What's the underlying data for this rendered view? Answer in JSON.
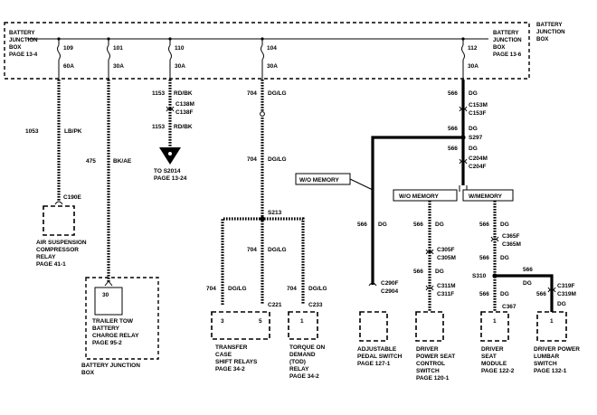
{
  "bjb_left": {
    "line1": "BATTERY",
    "line2": "JUNCTION",
    "line3": "BOX",
    "line4": "PAGE 13-4"
  },
  "bjb_right": {
    "line1": "BATTERY",
    "line2": "JUNCTION",
    "line3": "BOX",
    "line4": "PAGE 13-6"
  },
  "bjb_right_edge": {
    "line1": "BATTERY",
    "line2": "JUNCTION",
    "line3": "BOX"
  },
  "fuses": [
    {
      "num": "109",
      "amp": "60A"
    },
    {
      "num": "101",
      "amp": "30A"
    },
    {
      "num": "110",
      "amp": "30A"
    },
    {
      "num": "104",
      "amp": "30A"
    },
    {
      "num": "112",
      "amp": "30A"
    }
  ],
  "wires": {
    "w1": {
      "circuit": "1053",
      "color": "LB/PK"
    },
    "w2": {
      "circuit": "475",
      "color": "BK/AE"
    },
    "w3a": {
      "circuit": "1153",
      "color": "RD/BK"
    },
    "w3b": {
      "circuit": "1153",
      "color": "RD/BK"
    },
    "w4a": {
      "circuit": "704",
      "color": "DG/LG"
    },
    "w4b": {
      "circuit": "704",
      "color": "DG/LG"
    },
    "w4c": {
      "circuit": "704",
      "color": "DG/LG"
    },
    "w4d": {
      "circuit": "704",
      "color": "DG/LG"
    },
    "w4e": {
      "circuit": "704",
      "color": "DG/LG"
    },
    "w5a": {
      "circuit": "566",
      "color": "DG"
    },
    "w5b": {
      "circuit": "566",
      "color": "DG"
    },
    "w5c": {
      "circuit": "566",
      "color": "DG"
    },
    "w6": {
      "circuit": "566",
      "color": "DG"
    },
    "w7a": {
      "circuit": "566",
      "color": "DG"
    },
    "w7b": {
      "circuit": "566",
      "color": "DG"
    },
    "w8a": {
      "circuit": "566",
      "color": "DG"
    },
    "w8b": {
      "circuit": "566",
      "color": "DG"
    },
    "w8c": {
      "circuit": "566",
      "color": "DG"
    },
    "w9a": {
      "circuit": "566",
      "color": "DG"
    },
    "w9b": {
      "circuit": "566",
      "color": "DG"
    }
  },
  "connectors": {
    "c138m": "C138M",
    "c138f": "C138F",
    "c153m": "C153M",
    "c153f": "C153F",
    "c204m": "C204M",
    "c204f": "C204F",
    "c190e": "C190E",
    "c221": "C221",
    "c233": "C233",
    "c290f": "C290F",
    "c2904": "C2904",
    "c305f": "C305F",
    "c305m": "C305M",
    "c311m": "C311M",
    "c311f": "C311F",
    "c365f": "C365F",
    "c365m": "C365M",
    "c367": "C367",
    "c319f": "C319F",
    "c319m": "C319M"
  },
  "splices": {
    "s297": "S297",
    "s213": "S213",
    "s310": "S310"
  },
  "to_s2014": {
    "line1": "TO S2014",
    "line2": "PAGE 13-24"
  },
  "labels": {
    "wo_memory_callout": "W/O MEMORY",
    "wo_memory": "W/O MEMORY",
    "w_memory": "W/MEMORY"
  },
  "pins": {
    "p30": "30",
    "p3": "3",
    "p5": "5",
    "p1a": "1",
    "p1b": "1",
    "p1c": "1"
  },
  "components": {
    "air": {
      "line1": "AIR SUSPENSION",
      "line2": "COMPRESSOR",
      "line3": "RELAY",
      "line4": "PAGE 41-1"
    },
    "trailer": {
      "line1": "TRAILER TOW",
      "line2": "BATTERY",
      "line3": "CHARGE RELAY",
      "line4": "PAGE 95-2"
    },
    "bjb_bottom": {
      "line1": "BATTERY JUNCTION",
      "line2": "BOX"
    },
    "transfer": {
      "line1": "TRANSFER",
      "line2": "CASE",
      "line3": "SHIFT RELAYS",
      "line4": "PAGE 34-2"
    },
    "torque": {
      "line1": "TORQUE ON",
      "line2": "DEMAND",
      "line3": "(TOD)",
      "line4": "RELAY",
      "line5": "PAGE 34-2"
    },
    "pedal": {
      "line1": "ADJUSTABLE",
      "line2": "PEDAL SWITCH",
      "line3": "PAGE 127-1"
    },
    "driver_ctrl": {
      "line1": "DRIVER",
      "line2": "POWER SEAT",
      "line3": "CONTROL",
      "line4": "SWITCH",
      "line5": "PAGE 120-1"
    },
    "driver_mod": {
      "line1": "DRIVER",
      "line2": "SEAT",
      "line3": "MODULE",
      "line4": "PAGE 122-2"
    },
    "lumbar": {
      "line1": "DRIVER POWER",
      "line2": "LUMBAR",
      "line3": "SWITCH",
      "line4": "PAGE 132-1"
    }
  }
}
